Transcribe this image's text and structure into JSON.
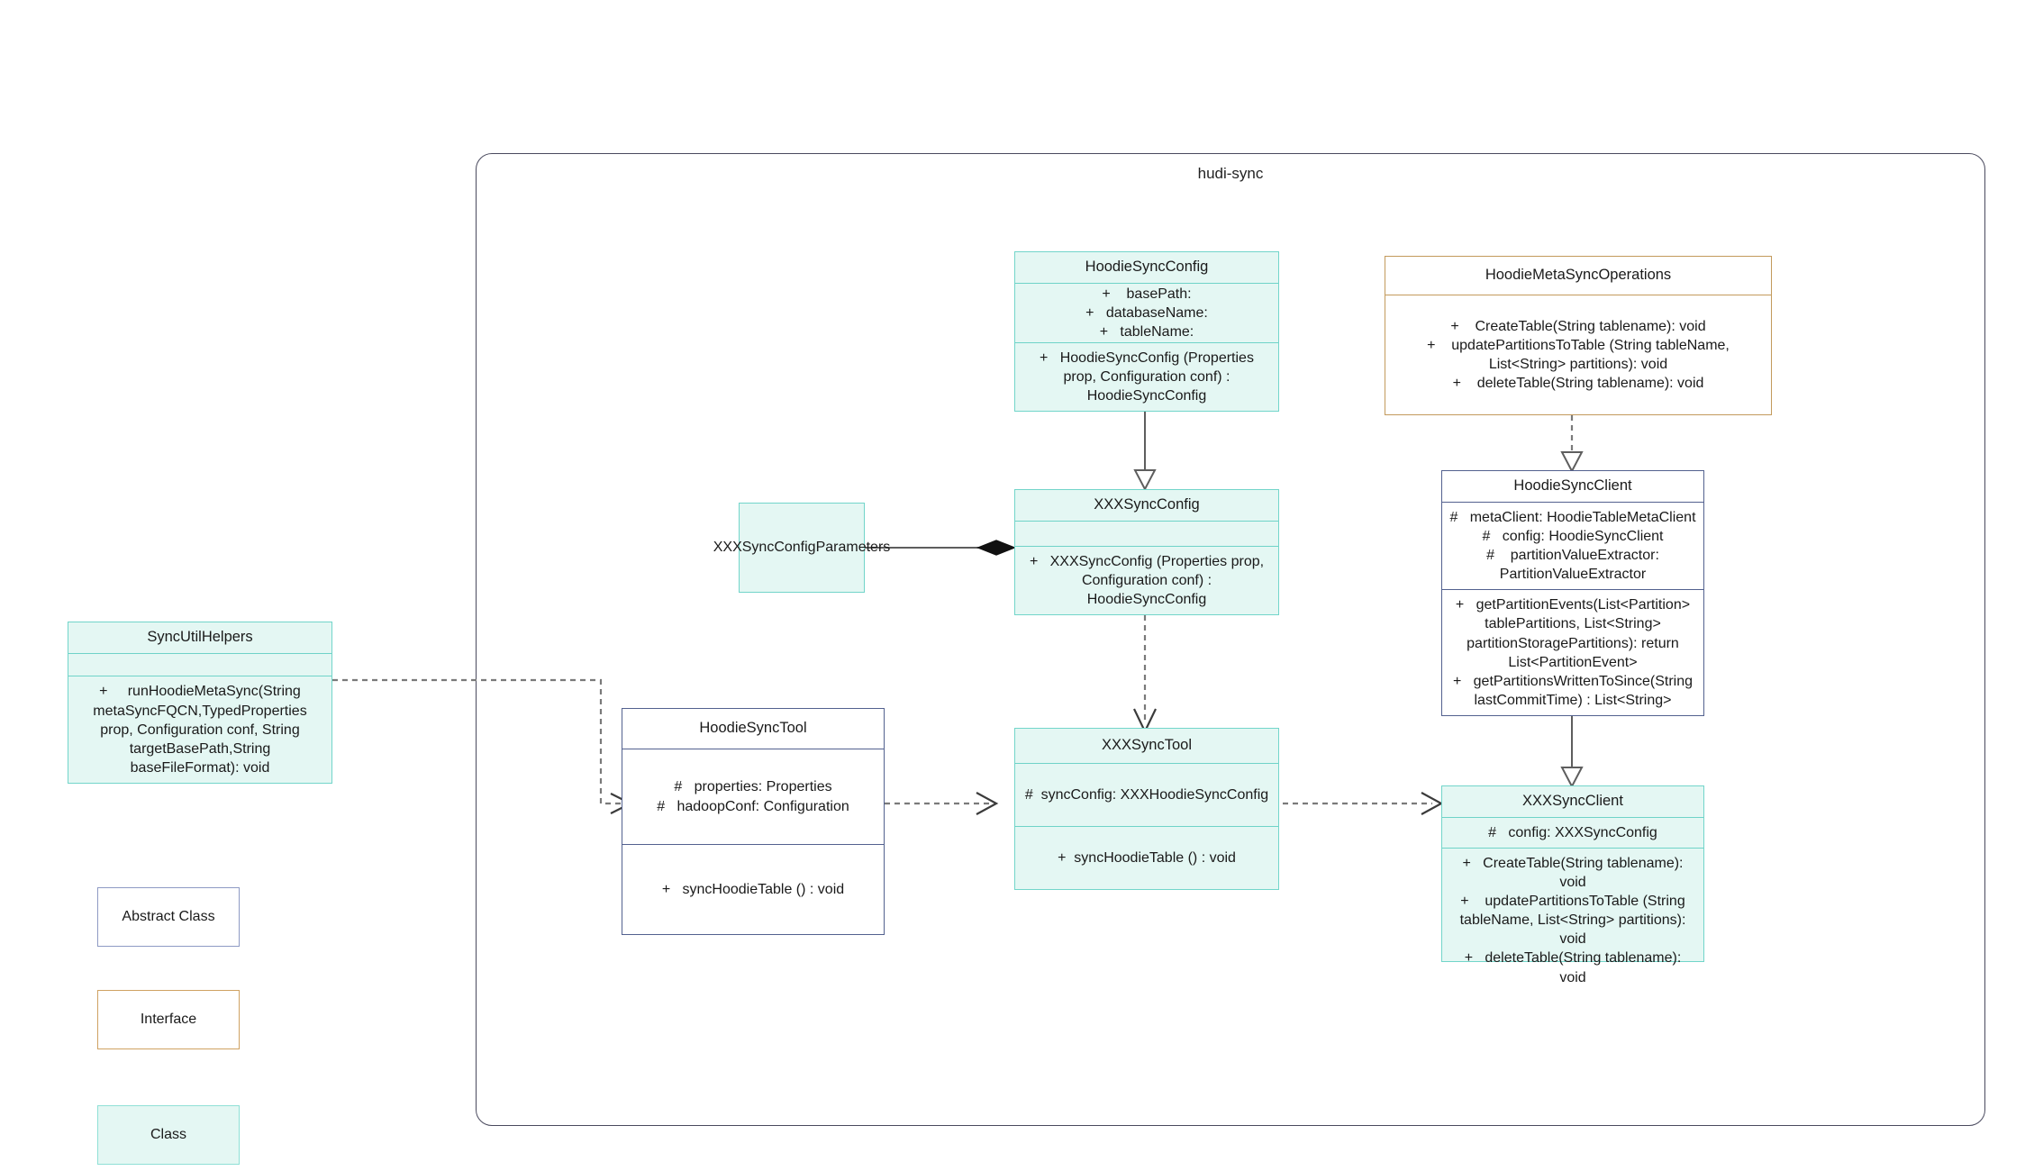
{
  "package": {
    "title": "hudi-sync"
  },
  "classes": {
    "hoodie_sync_config": {
      "name": "HoodieSyncConfig",
      "attributes": [
        "+    basePath:",
        "+   databaseName:",
        "+   tableName:"
      ],
      "methods": [
        "+   HoodieSyncConfig (Properties prop, Configuration conf) : HoodieSyncConfig"
      ]
    },
    "hoodie_meta_sync_operations": {
      "name": "HoodieMetaSyncOperations",
      "methods": [
        "+    CreateTable(String tablename): void",
        "+    updatePartitionsToTable (String tableName, List<String> partitions): void",
        "+    deleteTable(String tablename): void"
      ]
    },
    "hoodie_sync_client": {
      "name": "HoodieSyncClient",
      "attributes": [
        "#   metaClient: HoodieTableMetaClient",
        "#   config: HoodieSyncClient",
        "#    partitionValueExtractor: PartitionValueExtractor"
      ],
      "methods": [
        "+   getPartitionEvents(List<Partition> tablePartitions, List<String> partitionStoragePartitions): return List<PartitionEvent>",
        "+   getPartitionsWrittenToSince(String lastCommitTime) : List<String>"
      ]
    },
    "xxx_sync_config": {
      "name": "XXXSyncConfig",
      "attributes": [
        ""
      ],
      "methods": [
        "+   XXXSyncConfig (Properties prop, Configuration conf) : HoodieSyncConfig"
      ]
    },
    "xxx_sync_config_parameters": {
      "name": "XXXSyncConfigParameters"
    },
    "sync_util_helpers": {
      "name": "SyncUtilHelpers",
      "attributes": [
        ""
      ],
      "methods": [
        "+     runHoodieMetaSync(String metaSyncFQCN,TypedProperties prop, Configuration conf, String targetBasePath,String baseFileFormat): void"
      ]
    },
    "hoodie_sync_tool": {
      "name": "HoodieSyncTool",
      "attributes": [
        "#   properties: Properties",
        "#   hadoopConf: Configuration"
      ],
      "methods": [
        "+   syncHoodieTable () : void"
      ]
    },
    "xxx_sync_tool": {
      "name": "XXXSyncTool",
      "attributes": [
        "#  syncConfig: XXXHoodieSyncConfig"
      ],
      "methods": [
        "+  syncHoodieTable () : void"
      ]
    },
    "xxx_sync_client": {
      "name": "XXXSyncClient",
      "attributes": [
        "#   config: XXXSyncConfig"
      ],
      "methods": [
        "+   CreateTable(String tablename): void",
        "+    updatePartitionsToTable (String tableName, List<String> partitions): void",
        "+   deleteTable(String tablename): void"
      ]
    }
  },
  "legend": {
    "abstract_class": "Abstract Class",
    "interface": "Interface",
    "klass": "Class"
  },
  "colors": {
    "class_fill": "#e4f7f3",
    "class_border": "#72d5ca",
    "abstract_border": "#53618f",
    "interface_border": "#c39a5c",
    "package_border": "#4a4a5e",
    "line": "#7a7a7a"
  }
}
